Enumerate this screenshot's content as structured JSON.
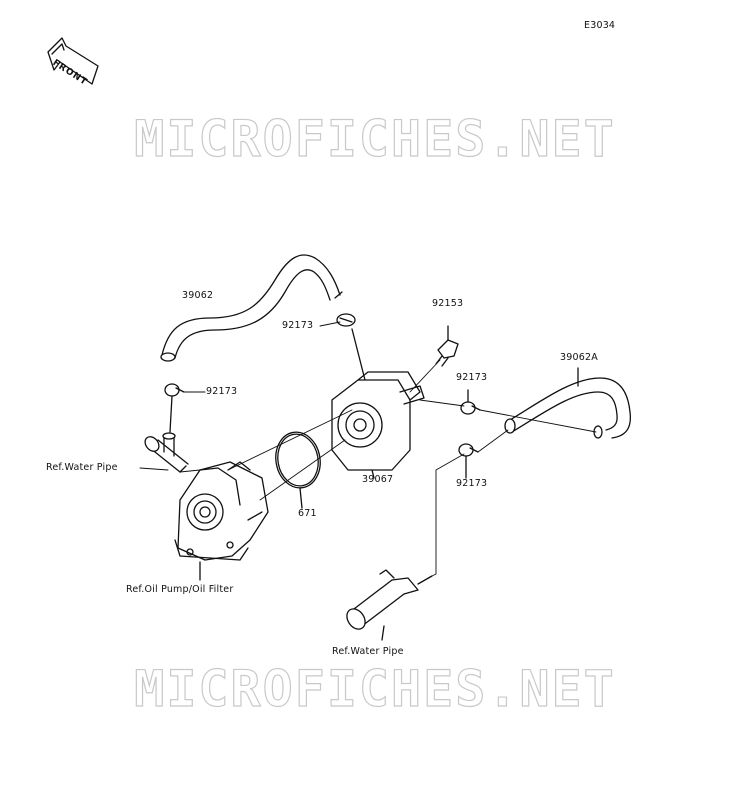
{
  "diagram_code": "E3034",
  "front_label": "FRONT",
  "watermark": "MICROFICHES.NET",
  "labels": {
    "hose_39062": "39062",
    "clamp_upper_left": "92173",
    "clamp_lower_left": "92173",
    "bolt_92153": "92153",
    "clamp_right_upper": "92173",
    "hose_39062A": "39062A",
    "clamp_right_lower": "92173",
    "cooler_39067": "39067",
    "oring_671": "671",
    "ref_water_pipe_left": "Ref.Water Pipe",
    "ref_oil_pump": "Ref.Oil Pump/Oil Filter",
    "ref_water_pipe_bottom": "Ref.Water Pipe"
  }
}
